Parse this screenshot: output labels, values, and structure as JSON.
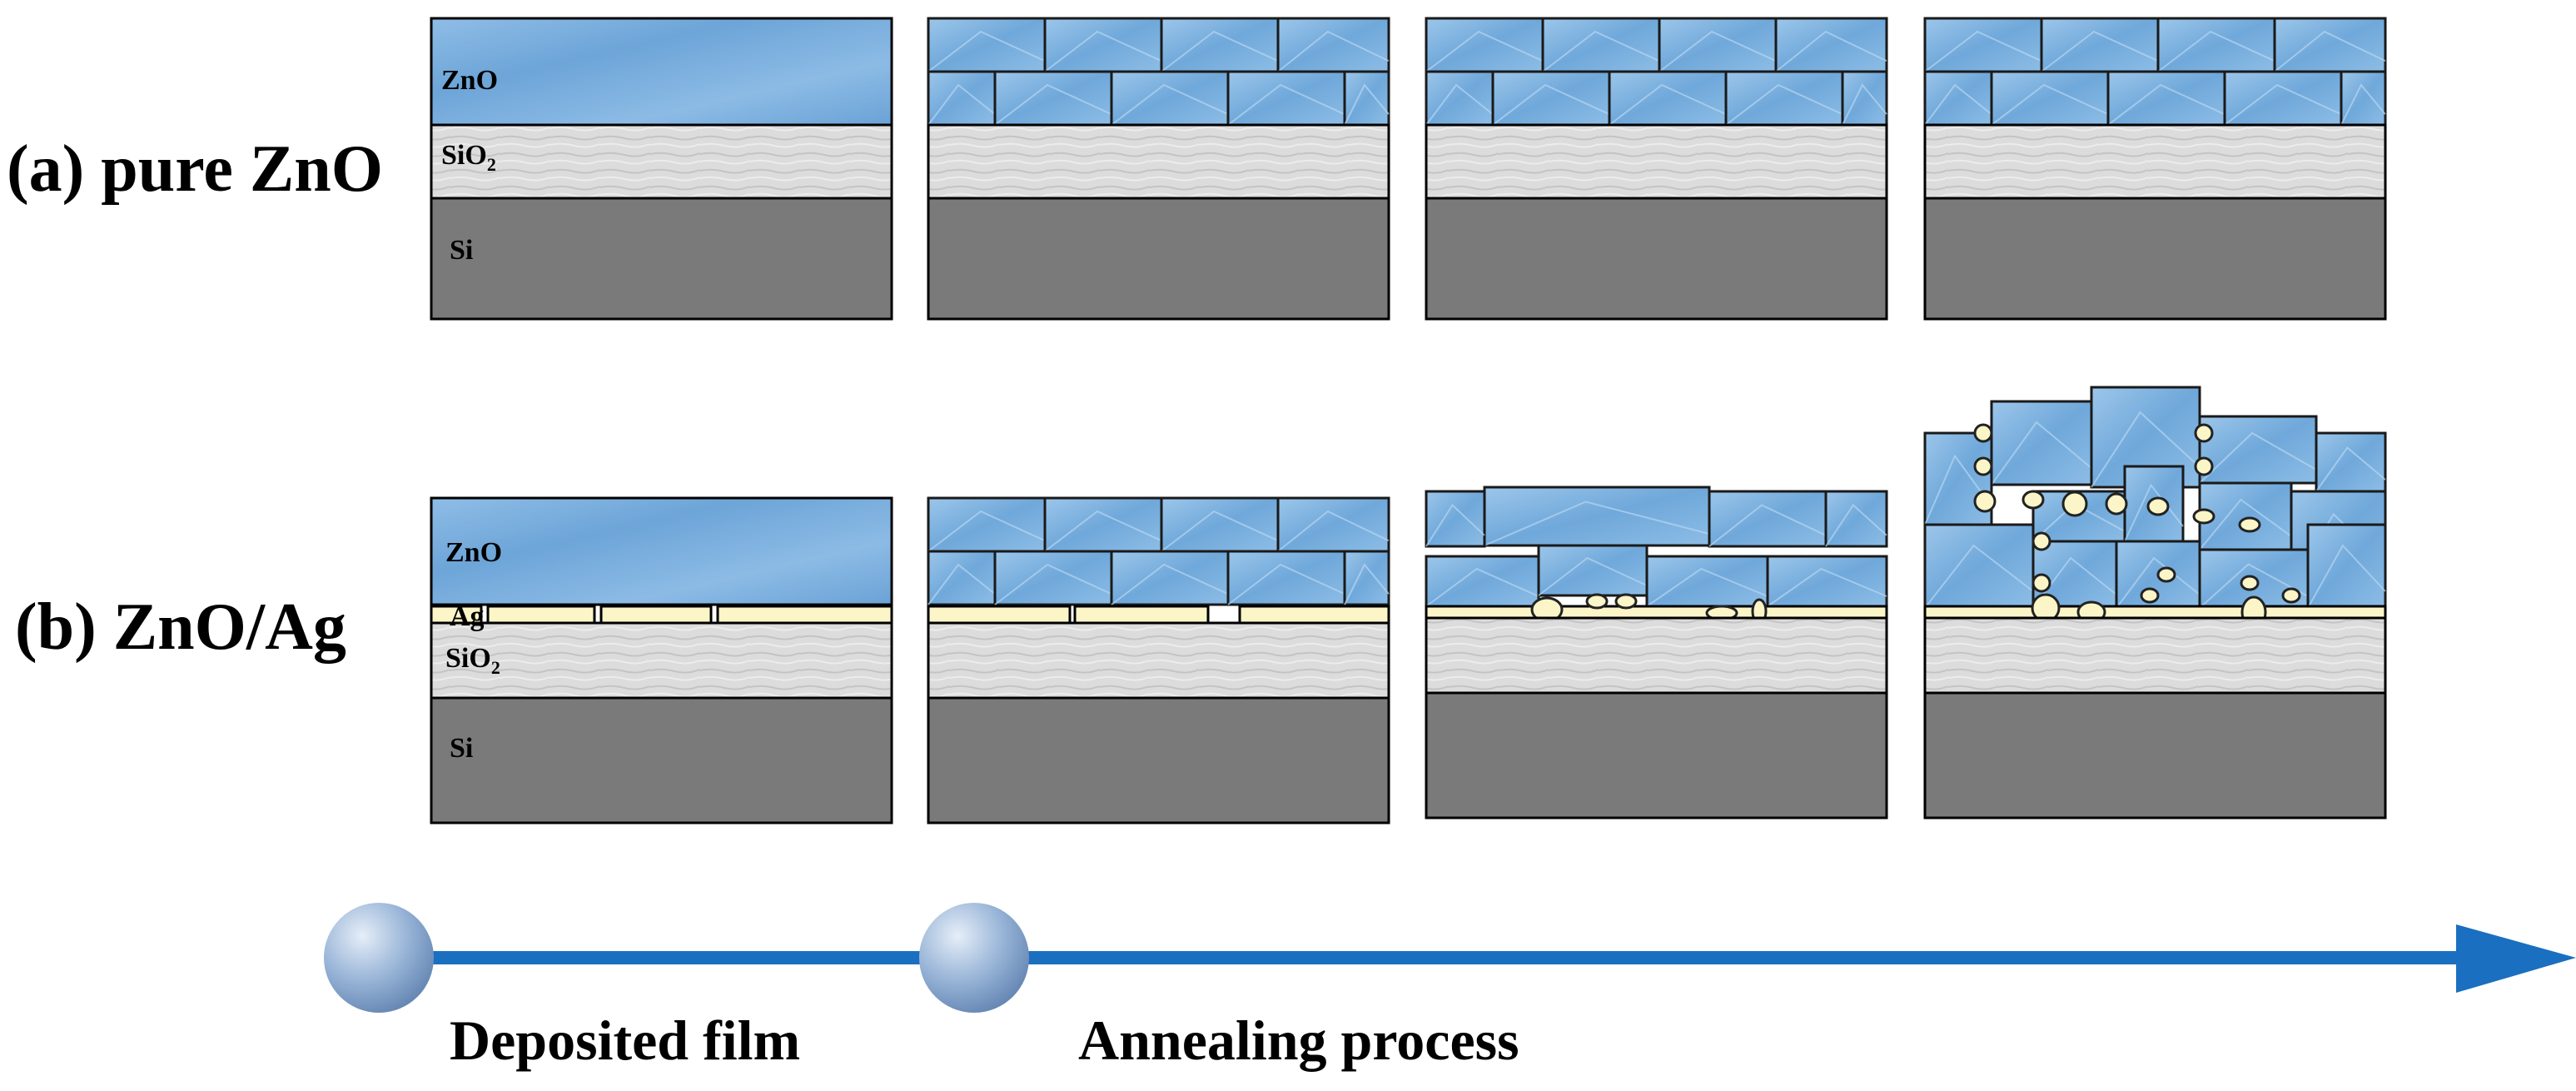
{
  "rows": [
    {
      "label": "(a) pure ZnO"
    },
    {
      "label": "(b) ZnO/Ag"
    }
  ],
  "layers": {
    "zno": "ZnO",
    "sio2_base": "SiO",
    "sio2_sub": "2",
    "si": "Si",
    "ag": "Ag"
  },
  "timeline": {
    "deposited": "Deposited film",
    "annealing": "Annealing process"
  },
  "colors": {
    "zno_blue": "#7fb3e0",
    "zno_edge": "#1a1a1a",
    "sio2_gray": "#d9d9d9",
    "si_gray": "#7a7a7a",
    "ag_cream": "#fbf5c8",
    "arrow_blue": "#1a6fc0"
  }
}
